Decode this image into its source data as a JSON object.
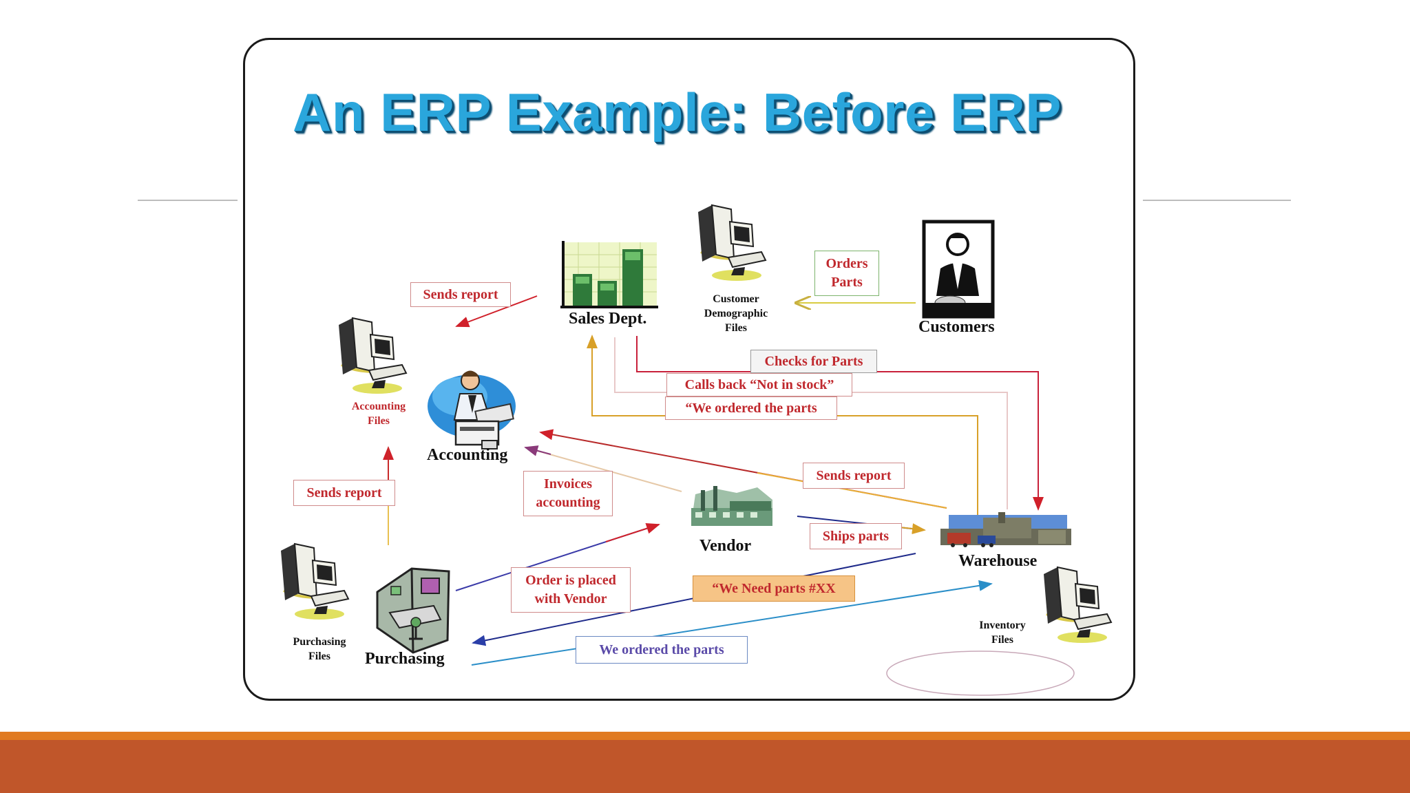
{
  "slide": {
    "title": "An ERP Example: Before ERP"
  },
  "nodes": {
    "sales": "Sales Dept.",
    "customers": "Customers",
    "accounting": "Accounting",
    "vendor": "Vendor",
    "warehouse": "Warehouse",
    "purchasing": "Purchasing"
  },
  "files": {
    "customer_demographic": [
      "Customer",
      "Demographic",
      "Files"
    ],
    "accounting": [
      "Accounting",
      "Files"
    ],
    "purchasing": [
      "Purchasing",
      "Files"
    ],
    "inventory": [
      "Inventory",
      "Files"
    ]
  },
  "messages": {
    "sends_report_sales": "Sends report",
    "orders_parts": [
      "Orders",
      "Parts"
    ],
    "checks_for_parts": "Checks for Parts",
    "calls_back": "Calls back  “Not in stock”",
    "we_ordered_parts_quote": "“We ordered the parts",
    "sends_report_purchasing": "Sends report",
    "invoices_accounting": [
      "Invoices",
      "accounting"
    ],
    "sends_report_warehouse": "Sends report",
    "ships_parts": "Ships parts",
    "order_placed": [
      "Order is placed",
      "with Vendor"
    ],
    "we_need_parts": "“We Need parts #XX",
    "we_ordered_parts": "We ordered the parts"
  },
  "colors": {
    "title": "#2aa6dc",
    "title_shadow": "#0d4f73",
    "message_text": "#c0282d",
    "bottom_bar": "#c0562a",
    "bottom_bar_accent": "#e07a22"
  },
  "icons": {
    "sales": "bar-chart-icon",
    "customers": "businessman-icon",
    "accounting": "accountant-icon",
    "vendor": "factory-icon",
    "warehouse": "warehouse-icon",
    "purchasing": "office-cubicle-icon",
    "files": "computer-tower-icon"
  }
}
